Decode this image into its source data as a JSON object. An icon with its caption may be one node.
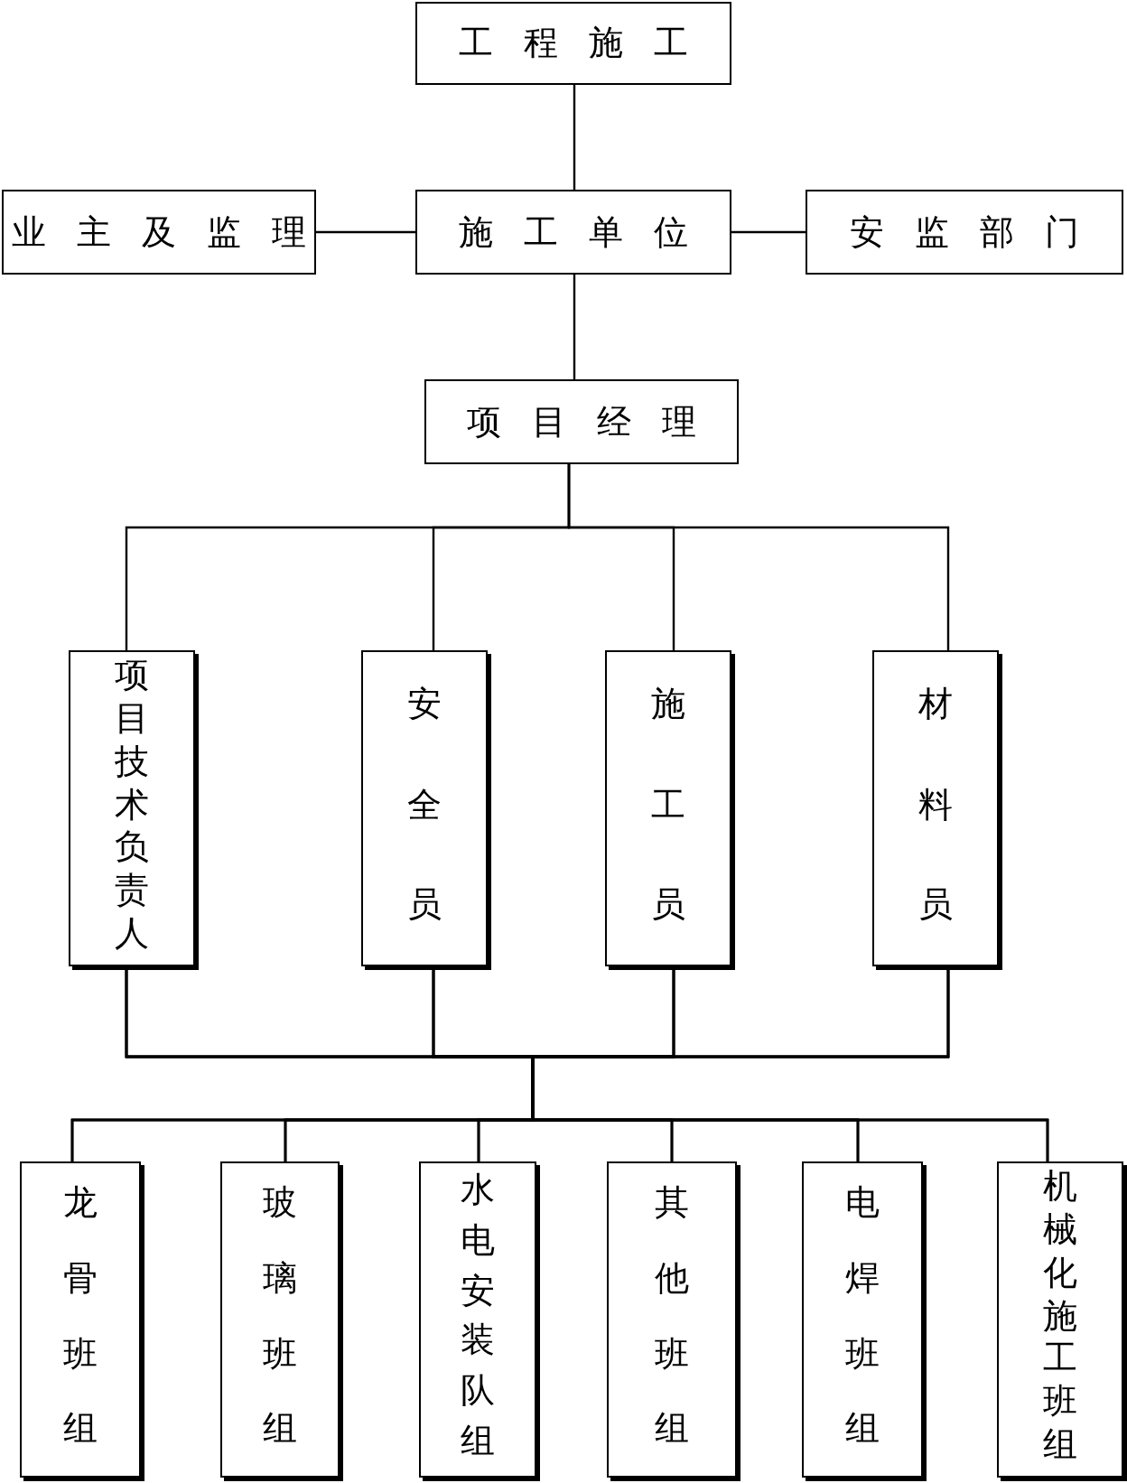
{
  "diagram": {
    "nodes": [
      {
        "text": [
          "工程施工"
        ]
      },
      {
        "text": [
          "业主及监理"
        ]
      },
      {
        "text": [
          "施工单位"
        ]
      },
      {
        "text": [
          "安监部门"
        ]
      },
      {
        "text": [
          "项目经理"
        ]
      },
      {
        "text": [
          "项目技术负责人"
        ]
      },
      {
        "text": [
          "安全员"
        ]
      },
      {
        "text": [
          "施工员"
        ]
      },
      {
        "text": [
          "材料员"
        ]
      },
      {
        "text": [
          "龙骨班组"
        ]
      },
      {
        "text": [
          "玻璃班组"
        ]
      },
      {
        "text": [
          "水电安装队组"
        ]
      },
      {
        "text": [
          "其他班组"
        ]
      },
      {
        "text": [
          "电焊班组"
        ]
      },
      {
        "text": [
          "机械化施工班组"
        ]
      }
    ],
    "edges": [
      {
        "from": 0,
        "to": 2,
        "arrow": "none"
      },
      {
        "from": 1,
        "to": 2,
        "arrow": "none"
      },
      {
        "from": 2,
        "to": 3,
        "arrow": "none"
      },
      {
        "from": 2,
        "to": 4,
        "arrow": "none"
      },
      {
        "from": 4,
        "to": 5,
        "arrow": "none"
      },
      {
        "from": 4,
        "to": 6,
        "arrow": "none"
      },
      {
        "from": 4,
        "to": 7,
        "arrow": "none"
      },
      {
        "from": 4,
        "to": 8,
        "arrow": "none"
      },
      {
        "from": 5,
        "to": 9,
        "arrow": "none"
      },
      {
        "from": 5,
        "to": 10,
        "arrow": "none"
      },
      {
        "from": 5,
        "to": 11,
        "arrow": "none"
      },
      {
        "from": 5,
        "to": 12,
        "arrow": "none"
      },
      {
        "from": 5,
        "to": 13,
        "arrow": "none"
      },
      {
        "from": 5,
        "to": 14,
        "arrow": "none"
      },
      {
        "from": 6,
        "to": 9,
        "arrow": "none"
      },
      {
        "from": 6,
        "to": 10,
        "arrow": "none"
      },
      {
        "from": 6,
        "to": 11,
        "arrow": "none"
      },
      {
        "from": 6,
        "to": 12,
        "arrow": "none"
      },
      {
        "from": 6,
        "to": 13,
        "arrow": "none"
      },
      {
        "from": 6,
        "to": 14,
        "arrow": "none"
      },
      {
        "from": 7,
        "to": 9,
        "arrow": "none"
      },
      {
        "from": 7,
        "to": 10,
        "arrow": "none"
      },
      {
        "from": 7,
        "to": 11,
        "arrow": "none"
      },
      {
        "from": 7,
        "to": 12,
        "arrow": "none"
      },
      {
        "from": 7,
        "to": 13,
        "arrow": "none"
      },
      {
        "from": 7,
        "to": 14,
        "arrow": "none"
      },
      {
        "from": 8,
        "to": 9,
        "arrow": "none"
      },
      {
        "from": 8,
        "to": 10,
        "arrow": "none"
      },
      {
        "from": 8,
        "to": 11,
        "arrow": "none"
      },
      {
        "from": 8,
        "to": 12,
        "arrow": "none"
      },
      {
        "from": 8,
        "to": 13,
        "arrow": "none"
      },
      {
        "from": 8,
        "to": 14,
        "arrow": "none"
      }
    ]
  }
}
